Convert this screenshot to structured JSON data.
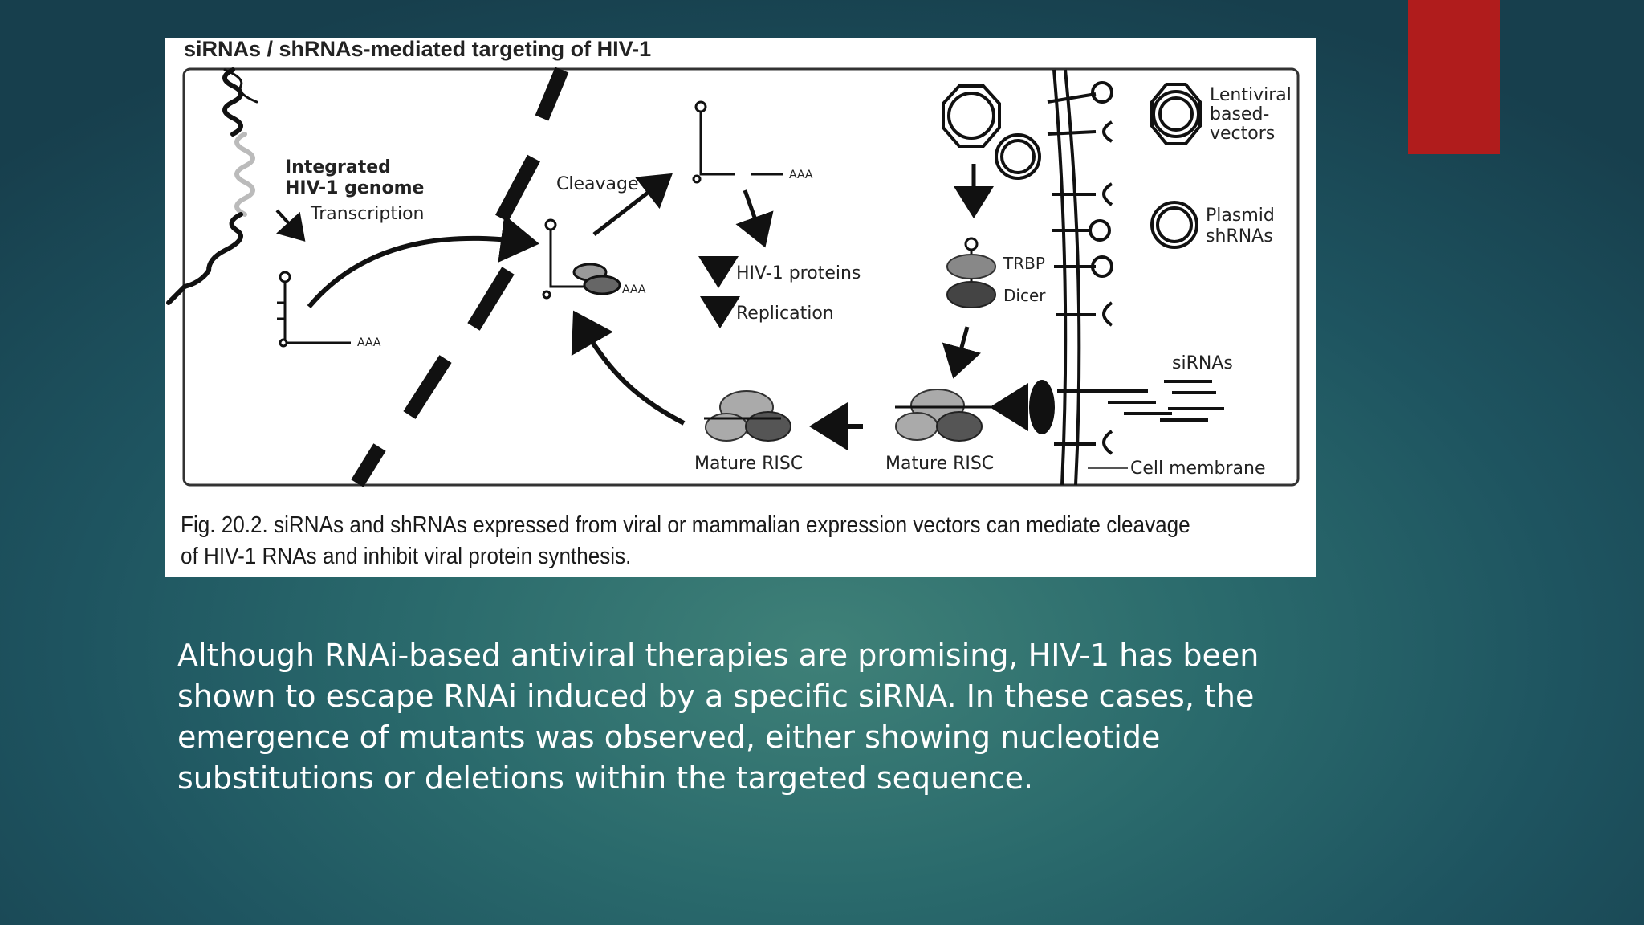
{
  "figure": {
    "title": "siRNAs / shRNAs-mediated targeting of HIV-1",
    "labels": {
      "integrated_line1": "Integrated",
      "integrated_line2": "HIV-1 genome",
      "transcription": "Transcription",
      "cleavage": "Cleavage",
      "aaa": "AAA",
      "hiv_proteins": "HIV-1 proteins",
      "replication": "Replication",
      "mature_risc": "Mature RISC",
      "trbp": "TRBP",
      "dicer": "Dicer",
      "lentiviral_1": "Lentiviral",
      "lentiviral_2": "based-",
      "lentiviral_3": "vectors",
      "plasmid_1": "Plasmid",
      "plasmid_2": "shRNAs",
      "sirnas": "siRNAs",
      "cell_membrane": "Cell membrane"
    },
    "caption": "Fig. 20.2. siRNAs and shRNAs expressed from viral or mammalian expression vectors can mediate cleavage of HIV-1 RNAs and inhibit viral protein synthesis."
  },
  "body": {
    "paragraph": "Although RNAi-based antiviral therapies are promising, HIV-1 has been shown to escape RNAi induced by a specific siRNA. In these cases, the emergence of mutants was observed, either showing nucleotide substitutions or deletions within the targeted sequence."
  },
  "colors": {
    "accent": "#b01c1c",
    "background": "#1e5460",
    "text": "#ffffff"
  }
}
